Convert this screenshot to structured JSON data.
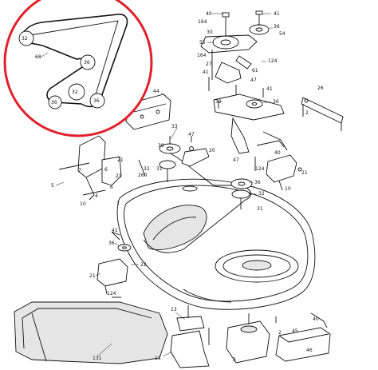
{
  "diagram": {
    "highlight_color": "#e0202a",
    "line_color": "#111111",
    "belt_routing_inset": {
      "pulley_labels": [
        "32",
        "36",
        "32",
        "36",
        "36"
      ],
      "belt_label": "68"
    },
    "part_labels": [
      "40",
      "41",
      "164",
      "36",
      "30",
      "54",
      "55",
      "164",
      "27",
      "124",
      "61",
      "47",
      "41",
      "41",
      "39",
      "36",
      "26",
      "2",
      "44",
      "46",
      "33",
      "47",
      "20",
      "40",
      "21",
      "39",
      "124",
      "21",
      "32",
      "31",
      "260",
      "6",
      "7",
      "21",
      "5",
      "4",
      "6",
      "10",
      "47",
      "36",
      "32",
      "31",
      "10",
      "1",
      "41",
      "36",
      "21",
      "22",
      "124",
      "131",
      "13",
      "11",
      "3",
      "45",
      "46",
      "40",
      "2"
    ]
  }
}
